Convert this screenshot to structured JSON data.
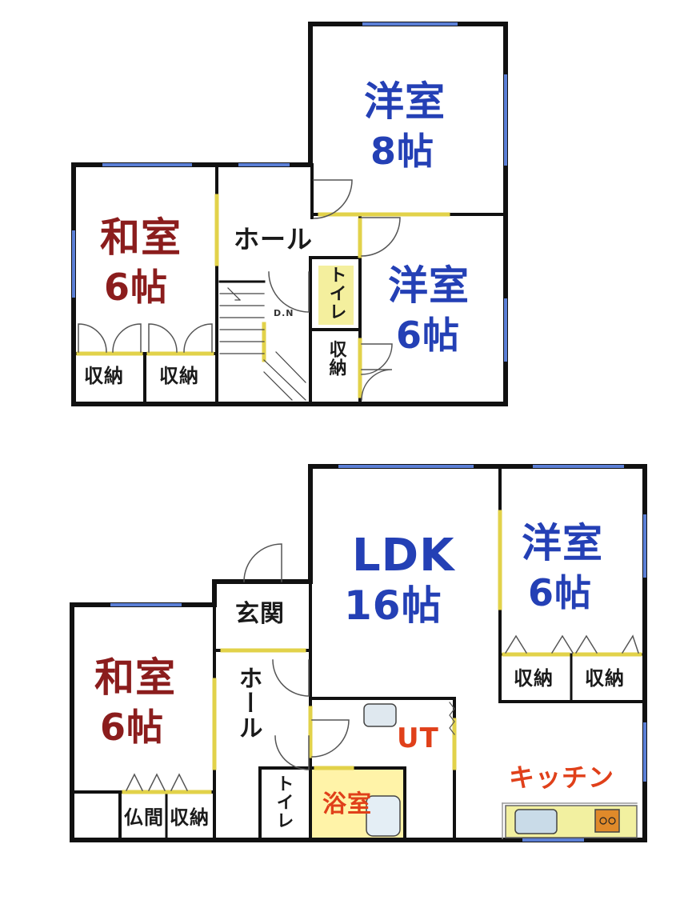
{
  "floor_plan": {
    "colors": {
      "wall": "#111111",
      "window": "#5b7fd6",
      "sliding_door": "#e2d24a",
      "japanese_room_text": "#8b1d1d",
      "western_room_text": "#2440b5",
      "wet_area_text": "#e0401a",
      "bath_fill": "#fff3a8"
    },
    "upper_floor": {
      "washitsu": {
        "name": "和室",
        "size": "6帖"
      },
      "yoshitsu_large": {
        "name": "洋室",
        "size": "8帖"
      },
      "yoshitsu_small": {
        "name": "洋室",
        "size": "6帖"
      },
      "hall": {
        "name": "ホール"
      },
      "toilet": {
        "name": "トイレ"
      },
      "storage_1": {
        "name": "収納"
      },
      "storage_2": {
        "name": "収納"
      },
      "storage_3": {
        "name": "収納"
      },
      "stair_mark": "D.N"
    },
    "lower_floor": {
      "ldk": {
        "name": "LDK",
        "size": "16帖"
      },
      "yoshitsu": {
        "name": "洋室",
        "size": "6帖"
      },
      "washitsu": {
        "name": "和室",
        "size": "6帖"
      },
      "entrance": {
        "name": "玄関"
      },
      "hall": {
        "name": "ホール"
      },
      "utility": {
        "name": "UT"
      },
      "bath": {
        "name": "浴室"
      },
      "toilet": {
        "name": "トイレ"
      },
      "kitchen": {
        "name": "キッチン"
      },
      "butsuma": {
        "name": "仏間"
      },
      "storage_1": {
        "name": "収納"
      },
      "storage_2": {
        "name": "収納"
      },
      "storage_3": {
        "name": "収納"
      }
    }
  }
}
